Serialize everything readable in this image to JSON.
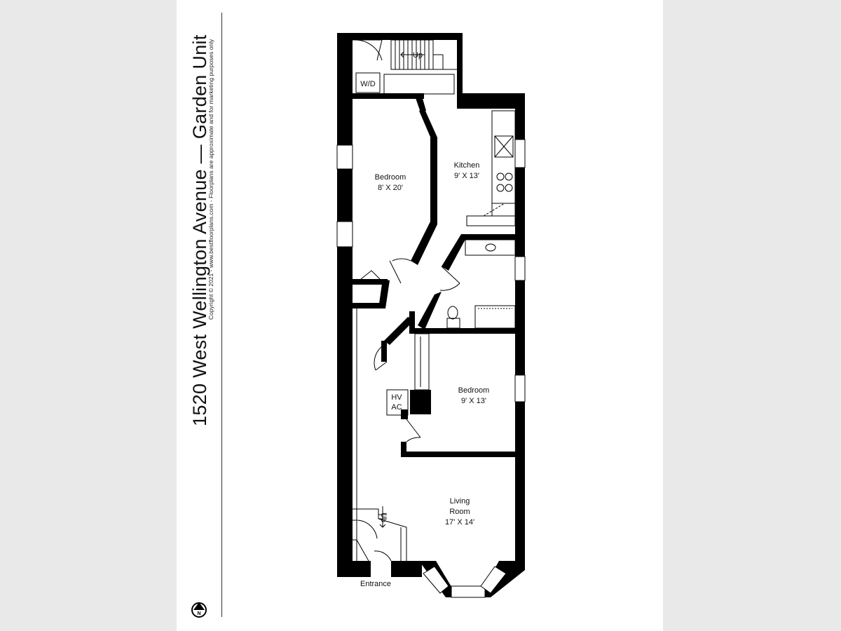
{
  "title": "1520 West Wellington Avenue — Garden Unit",
  "copyright": "Copyright © 2021 - www.bestfloorplans.com - Floorplans are approximate and for marketing purposes only",
  "rooms": {
    "bedroom1": {
      "name": "Bedroom",
      "size": "8' X 20'"
    },
    "kitchen": {
      "name": "Kitchen",
      "size": "9' X 13'"
    },
    "bedroom2": {
      "name": "Bedroom",
      "size": "9' X 13'"
    },
    "living": {
      "name": "Living",
      "name2": "Room",
      "size": "17' X 14'"
    }
  },
  "labels": {
    "wd": "W/D",
    "up_top": "Up",
    "up_entry": "Up",
    "hvac_1": "HV",
    "hvac_2": "AC",
    "entrance": "Entrance",
    "north": "N"
  }
}
